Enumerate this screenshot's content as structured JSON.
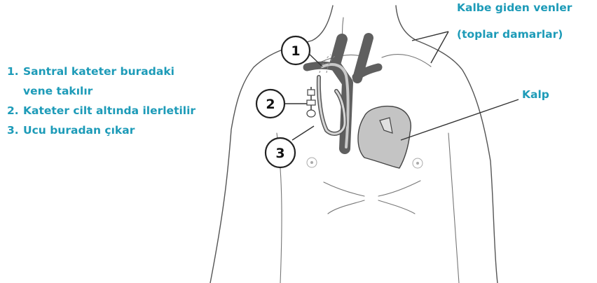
{
  "colors": {
    "label": "#1d9bb8",
    "vein": "#5f5f5f",
    "catheter": "#c9c9c9",
    "heart": "#c4c4c4"
  },
  "steps": [
    {
      "num": "1.",
      "text": "Santral kateter buradaki",
      "cont": "vene takılır"
    },
    {
      "num": "2.",
      "text": "Kateter cilt altında ilerletilir",
      "cont": ""
    },
    {
      "num": "3.",
      "text": "Ucu buradan çıkar",
      "cont": ""
    }
  ],
  "labels": {
    "veins_line1": "Kalbe giden venler",
    "veins_line2": "(toplar damarlar)",
    "heart": "Kalp"
  },
  "callouts": {
    "c1": "1",
    "c2": "2",
    "c3": "3"
  }
}
